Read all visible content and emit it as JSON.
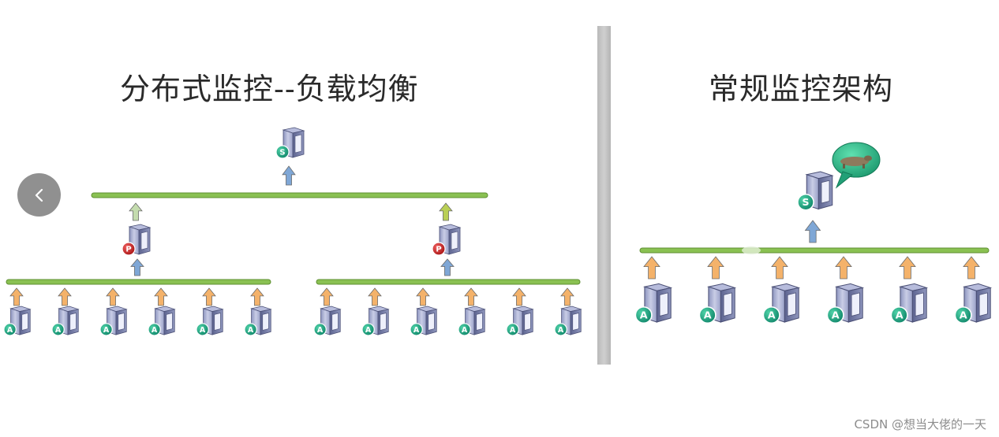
{
  "left_panel": {
    "title": "分布式监控--负载均衡",
    "top_server_badge": "S",
    "proxy_badge": "P",
    "agent_badge": "A",
    "proxy_groups": 2,
    "agents_per_group": 6,
    "top_arrow_colors": [
      "#c4dcae",
      "#b9cf55"
    ]
  },
  "right_panel": {
    "title": "常规监控架构",
    "server_badge": "S",
    "agent_badge": "A",
    "agent_count": 6
  },
  "colors": {
    "bus": "#8ac152",
    "agent_arrow": "#f4b26a",
    "server_arrow": "#7fa7d6",
    "agent_badge": "#1fa37a",
    "proxy_badge": "#d92727",
    "speech_bubble": "#2fb789"
  },
  "nav": {
    "prev_icon": "chevron-left-icon"
  },
  "watermark": "CSDN @想当大佬的一天"
}
